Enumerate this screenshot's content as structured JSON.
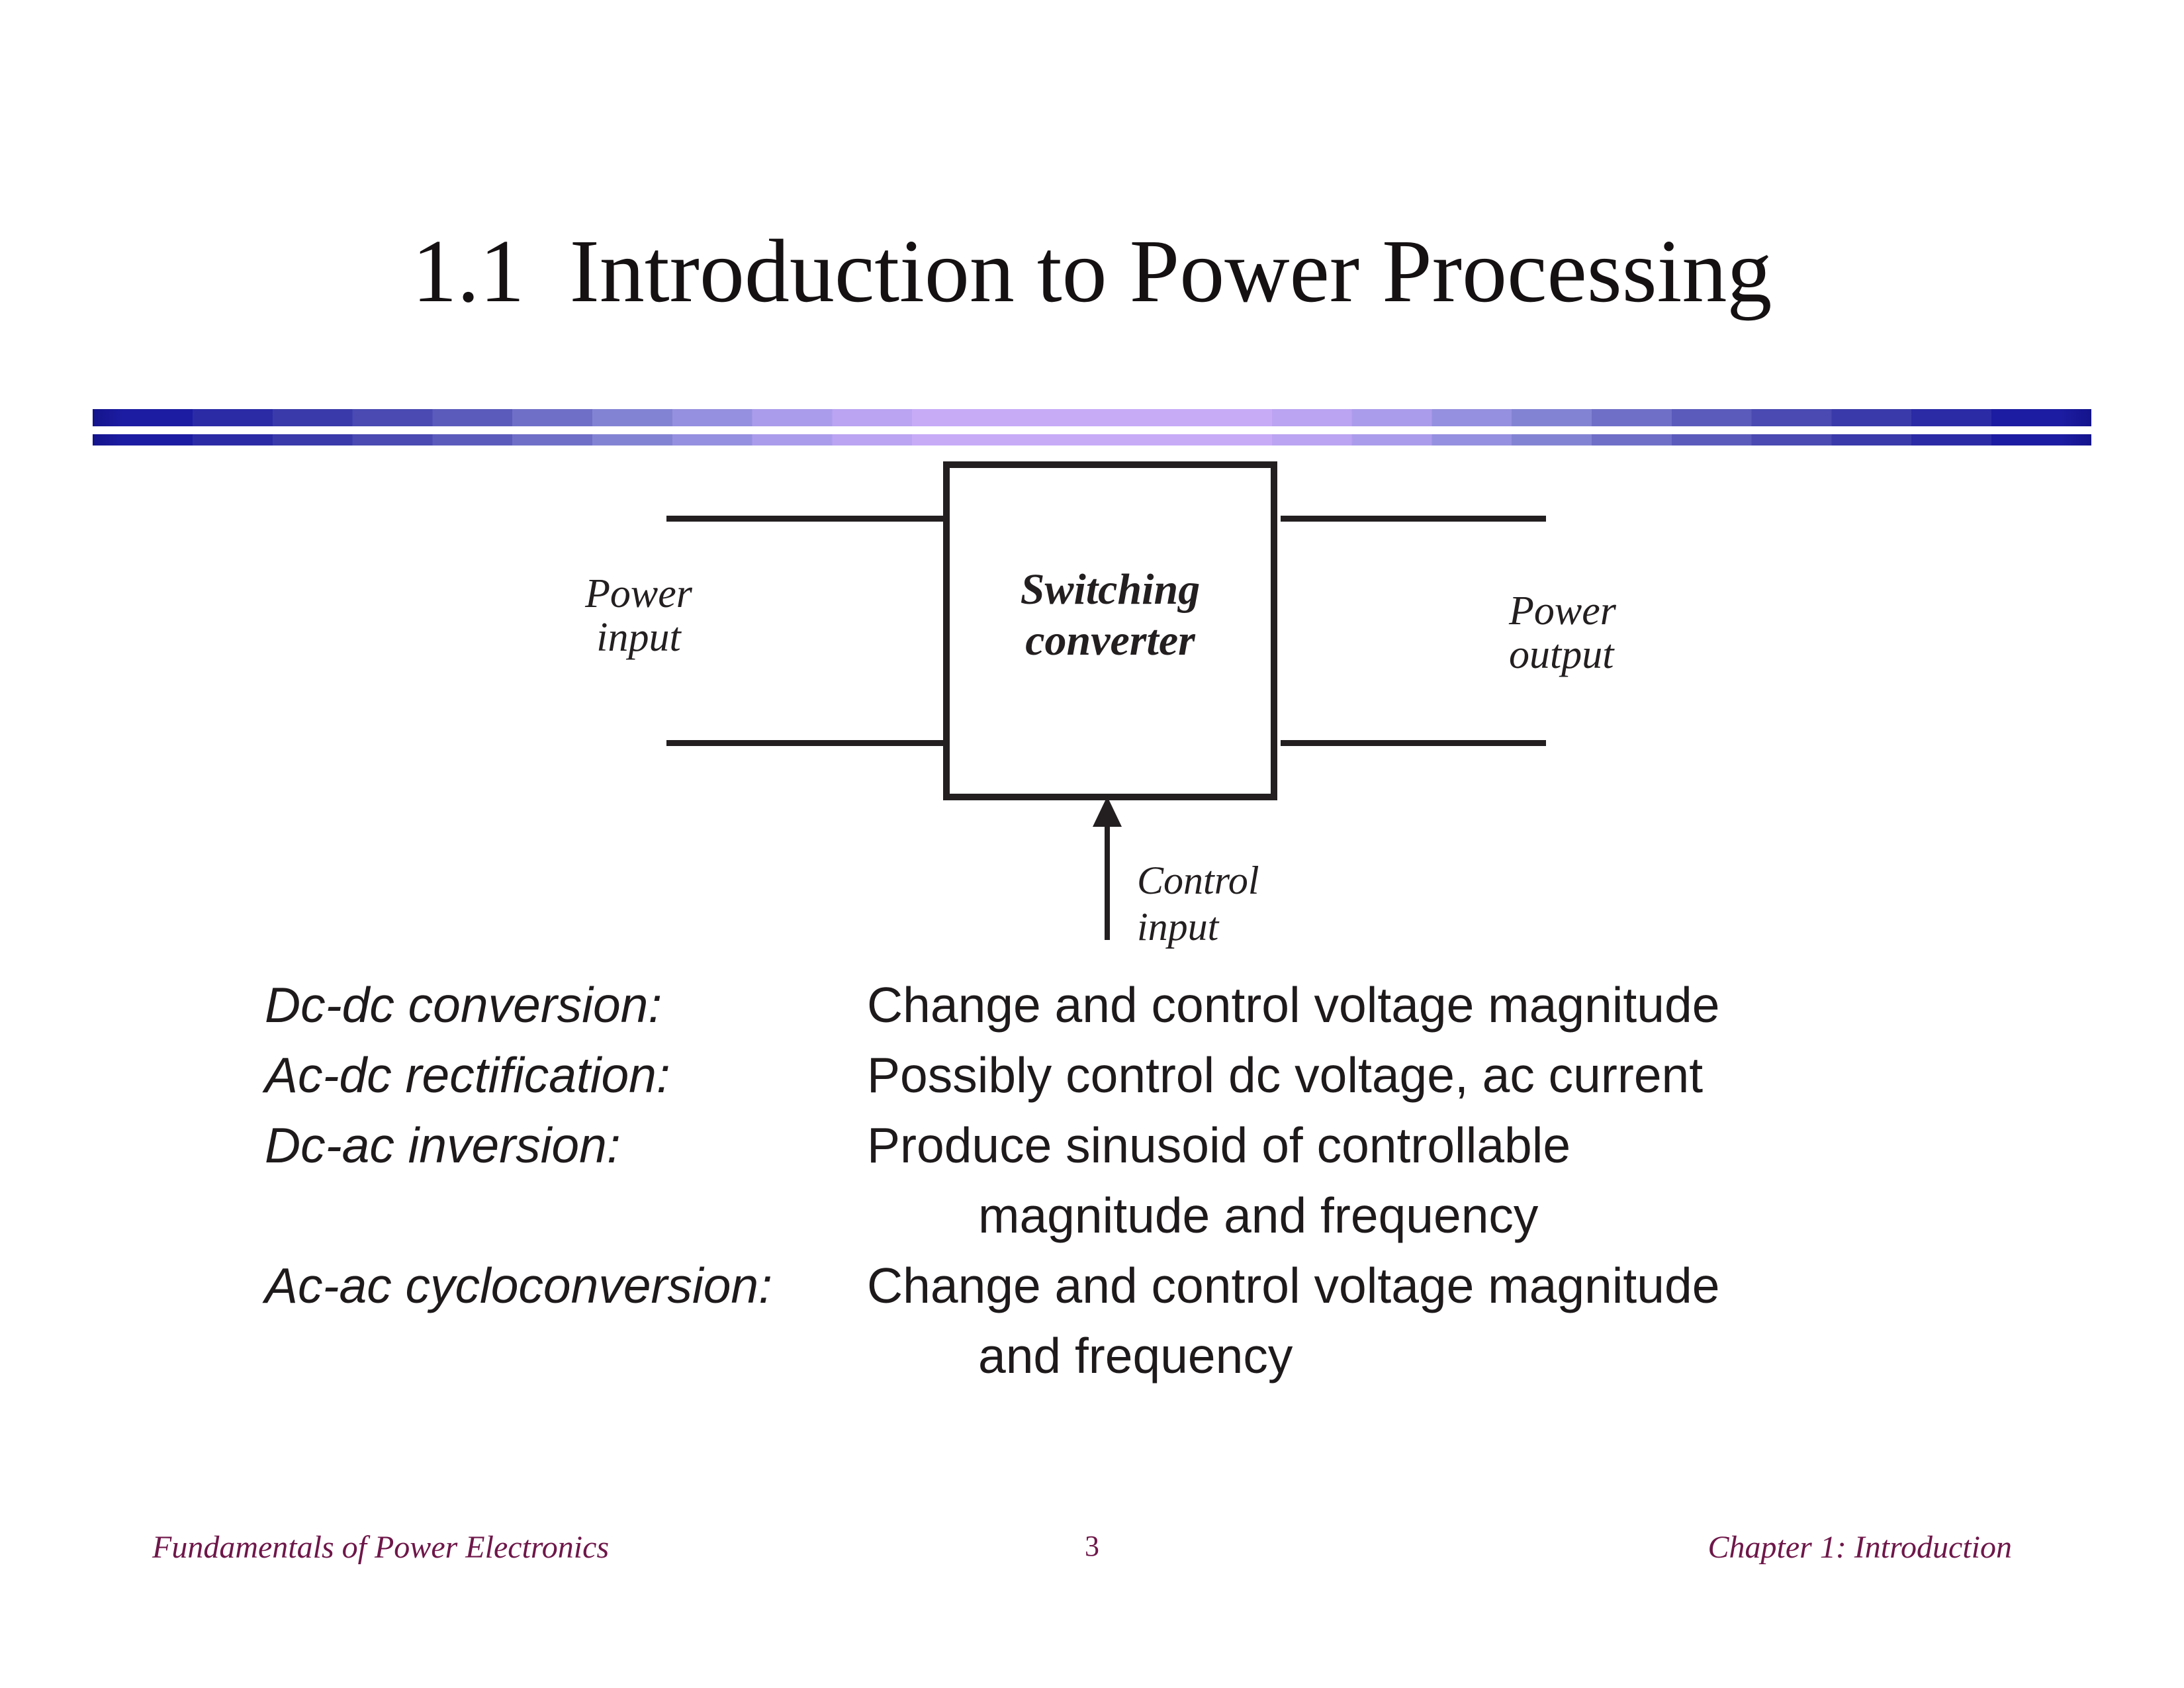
{
  "title": "1.1  Introduction to Power Processing",
  "diagram": {
    "converter_label_line1": "Switching",
    "converter_label_line2": "converter",
    "power_input_line1": "Power",
    "power_input_line2": "input",
    "power_output_line1": "Power",
    "power_output_line2": "output",
    "control_input_line1": "Control",
    "control_input_line2": "input"
  },
  "definitions": [
    {
      "term": "Dc-dc conversion:",
      "desc": "Change and control voltage magnitude",
      "cont": ""
    },
    {
      "term": "Ac-dc rectification:",
      "desc": "Possibly control dc voltage, ac current",
      "cont": ""
    },
    {
      "term": "Dc-ac inversion:",
      "desc": "Produce sinusoid of controllable",
      "cont": "magnitude and frequency"
    },
    {
      "term": "Ac-ac cycloconversion:",
      "desc": "Change and control voltage magnitude",
      "cont": "and frequency"
    }
  ],
  "footer": {
    "left": "Fundamentals of Power Electronics",
    "page": "3",
    "right": "Chapter 1: Introduction"
  },
  "colors": {
    "ink": "#231f20",
    "footer_maroon": "#6e1749",
    "bar_edge_blue": "#1c1ca2",
    "bar_center_lavender": "#c7abf7"
  }
}
